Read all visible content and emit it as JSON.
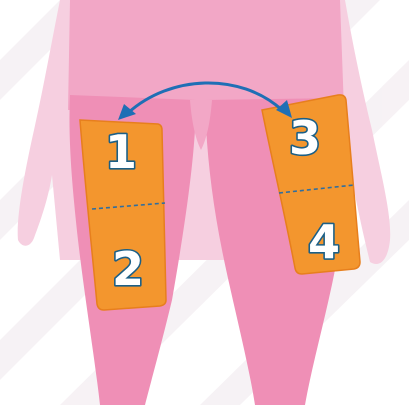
{
  "zones": [
    {
      "label": "1"
    },
    {
      "label": "2"
    },
    {
      "label": "3"
    },
    {
      "label": "4"
    }
  ],
  "colors": {
    "background": "#ffffff",
    "background_stripe": "#f7f2f5",
    "body_light": "#f6cfe0",
    "body": "#f2a7c6",
    "legs": "#ef8fb6",
    "zone_fill": "#f3962e",
    "zone_border": "#e77f1d",
    "number_outline": "#1b5f86",
    "divider": "#2f6e9f",
    "arrow": "#1f6fb5"
  },
  "icons": {
    "rotation_arrow": "double-headed-curved-arrow-icon"
  }
}
